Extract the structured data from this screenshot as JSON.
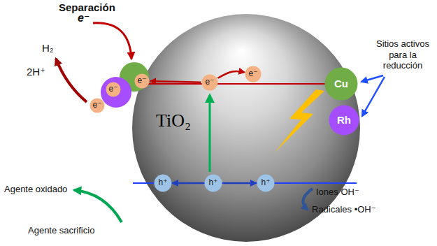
{
  "diagram": {
    "nodes": [
      {
        "text": [
          "TiO₂"
        ]
      },
      {
        "text": [
          "e⁻"
        ]
      },
      {
        "text": [
          "e⁻"
        ]
      },
      {
        "text": [
          "e⁻"
        ]
      },
      {
        "text": [
          "e⁻"
        ],
        "in": 0
      },
      {
        "text": [
          "e⁻"
        ],
        "in": 0
      },
      {
        "text": [
          "Cu"
        ]
      },
      {
        "text": [
          "Rh"
        ],
        "in": 0
      },
      {
        "text": [
          "h⁺"
        ],
        "in": 0
      },
      {
        "text": [
          "h⁺"
        ],
        "in": 0
      },
      {
        "text": [
          "h⁺"
        ],
        "in": 0
      }
    ],
    "edges": [
      {
        "from": 4,
        "to": 5,
        "arrow": "to"
      },
      {
        "from": 4,
        "to": 1,
        "arrow": "to"
      },
      {
        "from": 9,
        "to": 8,
        "arrow": "to"
      },
      {
        "from": 9,
        "to": 10,
        "arrow": "to"
      }
    ],
    "labels": [
      "Separación",
      "e⁻",
      "H₂",
      "2H⁺",
      "Sitios activos para la reducción",
      "Agente oxidado",
      "Agente sacrificio",
      "Iones OH⁻",
      "Radicales •OH⁻"
    ]
  }
}
